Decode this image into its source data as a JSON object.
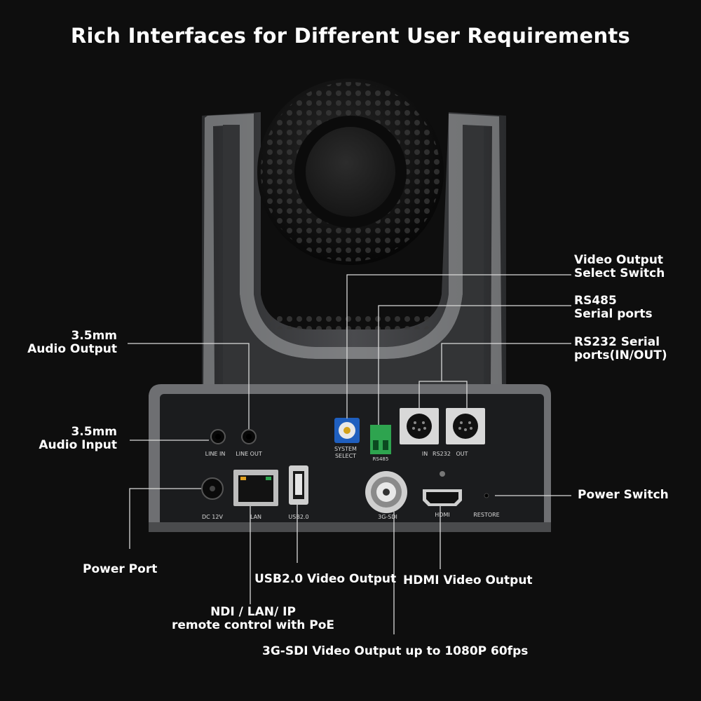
{
  "title": "Rich Interfaces for Different User Requirements",
  "labels": {
    "video_output_select": [
      "Video Output",
      "Select Switch"
    ],
    "rs485": [
      "RS485",
      "Serial ports"
    ],
    "rs232": [
      "RS232 Serial",
      "ports(IN/OUT)"
    ],
    "audio_output": [
      "3.5mm",
      "Audio Output"
    ],
    "audio_input": [
      "3.5mm",
      "Audio Input"
    ],
    "power_switch": "Power Switch",
    "power_port": "Power Port",
    "usb": "USB2.0 Video Output",
    "hdmi": "HDMI Video Output",
    "ndi": [
      "NDI / LAN/ IP",
      "remote control with PoE"
    ],
    "sdi": "3G-SDI  Video Output up to 1080P 60fps"
  },
  "panel": {
    "line_in": "LINE IN",
    "line_out": "LINE OUT",
    "system_select": [
      "SYSTEM",
      "SELECT"
    ],
    "rs485": "RS485",
    "rs232_in": "IN",
    "rs232": "RS232",
    "rs232_out": "OUT",
    "dc": "DC 12V",
    "lan": "LAN",
    "usb": "USB2.0",
    "sdi": "3G-SDI",
    "hdmi": "HDMI",
    "restore": "RESTORE"
  },
  "colors": {
    "background": "#0e0e0e",
    "panel": "#1b1c1e",
    "panel_frame": "#6e6f72",
    "arm": "#3a3b3d",
    "arm_trim": "#a8a9ab",
    "sphere": "#0d0d0d",
    "connector_green": "#2ea44f",
    "dial_blue": "#1f5fbf",
    "leader_line": "#d9d9d9"
  }
}
